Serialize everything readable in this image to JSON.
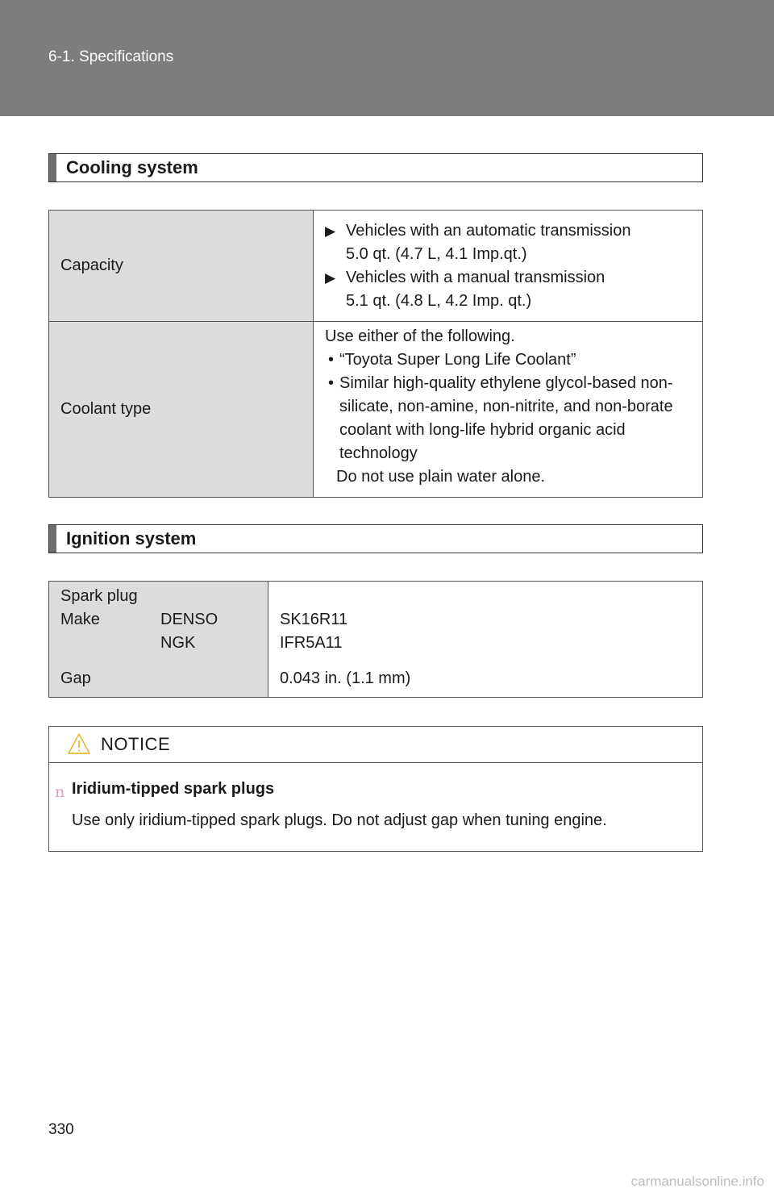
{
  "header": {
    "section": "6-1. Specifications"
  },
  "cooling": {
    "title": "Cooling system",
    "capacity_label": "Capacity",
    "capacity_items": [
      {
        "heading": "Vehicles with an automatic transmission",
        "value": "5.0 qt. (4.7 L, 4.1 Imp.qt.)"
      },
      {
        "heading": "Vehicles with a manual transmission",
        "value": "5.1 qt. (4.8 L, 4.2 Imp. qt.)"
      }
    ],
    "coolant_label": "Coolant type",
    "coolant_intro": "Use either of the following.",
    "coolant_options": [
      "“Toyota Super Long Life Coolant”",
      "Similar high-quality ethylene glycol-based non-silicate, non-amine, non-nitrite, and non-borate coolant with long-life hybrid organic acid technology"
    ],
    "coolant_note": "Do not use plain water alone."
  },
  "ignition": {
    "title": "Ignition system",
    "spark_plug_label": "Spark plug",
    "make_label": "Make",
    "makes": [
      {
        "brand": "DENSO",
        "part": "SK16R11"
      },
      {
        "brand": "NGK",
        "part": "IFR5A11"
      }
    ],
    "gap_label": "Gap",
    "gap_value": "0.043 in. (1.1 mm)"
  },
  "notice": {
    "label": "NOTICE",
    "icon": "warning-triangle-icon",
    "bullet": "n",
    "subhead": "Iridium-tipped spark plugs",
    "text": "Use only iridium-tipped spark plugs. Do not adjust gap when tuning engine."
  },
  "page_number": "330",
  "watermark": "carmanualsonline.info"
}
